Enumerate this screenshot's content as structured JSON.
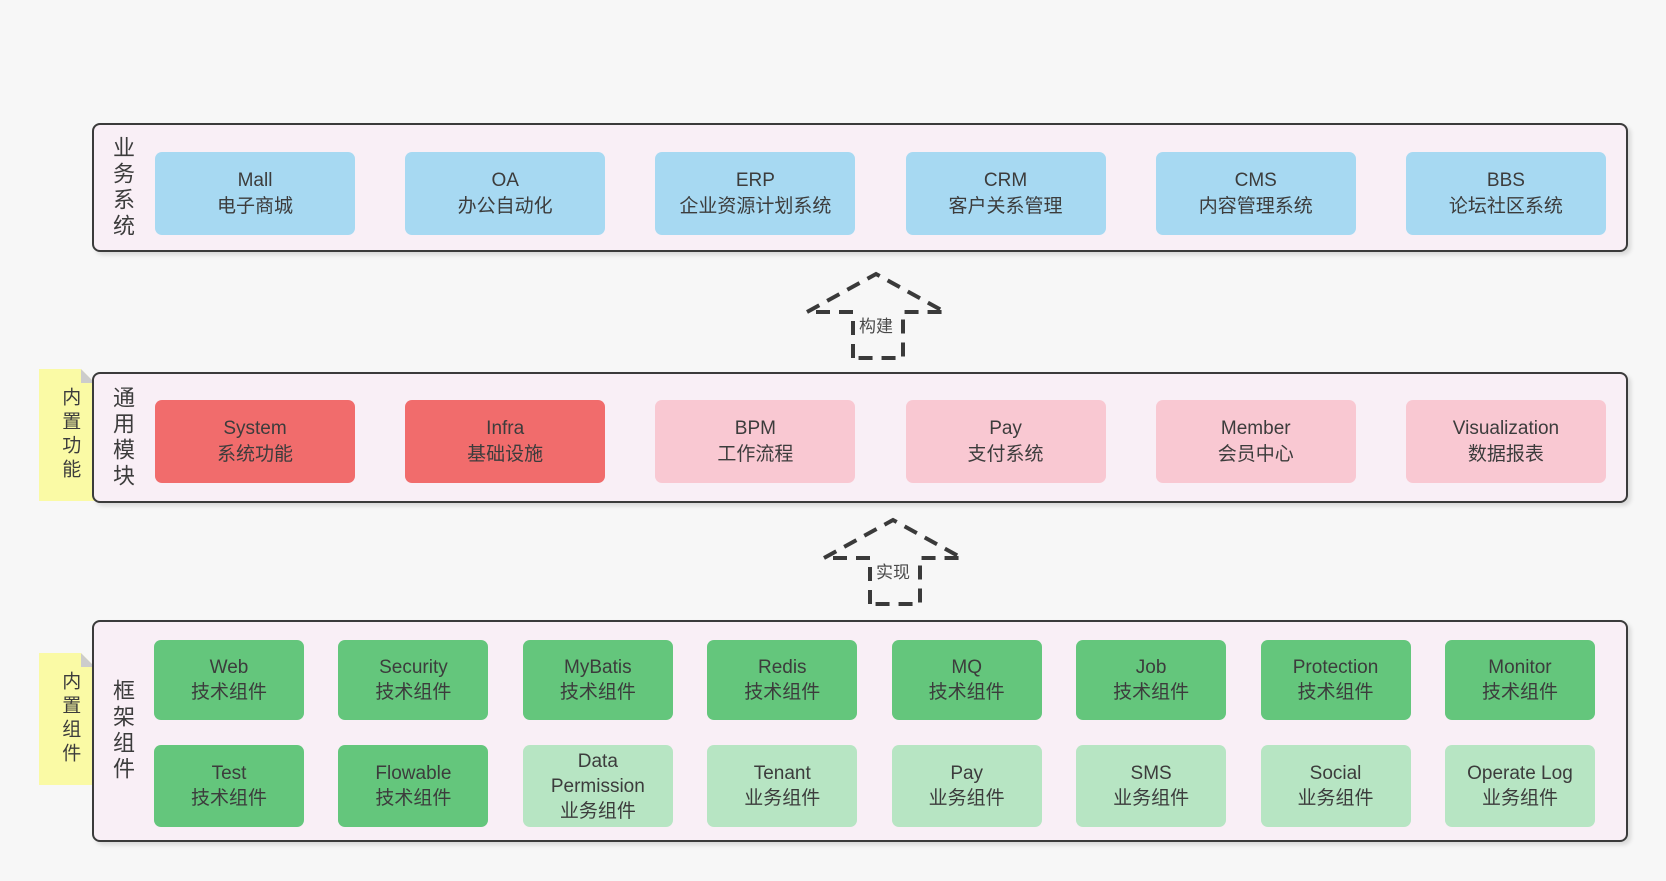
{
  "colors": {
    "page_bg": "#f7f7f7",
    "band_bg": "#f9eff6",
    "band_border": "#3b3b3b",
    "text": "#3c3c3c",
    "blue": "#a7d9f2",
    "red": "#f16c6c",
    "pink": "#f9c8d2",
    "green": "#64c67c",
    "green_light": "#b7e5c3",
    "sticky": "#fafaa5",
    "sticky_fold": "#cccccc",
    "arrow": "#3a3a3a"
  },
  "bands": [
    {
      "label": "业务系统",
      "boxes": [
        {
          "name": "Mall",
          "sub": "电子商城",
          "variant": "blue"
        },
        {
          "name": "OA",
          "sub": "办公自动化",
          "variant": "blue"
        },
        {
          "name": "ERP",
          "sub": "企业资源计划系统",
          "variant": "blue"
        },
        {
          "name": "CRM",
          "sub": "客户关系管理",
          "variant": "blue"
        },
        {
          "name": "CMS",
          "sub": "内容管理系统",
          "variant": "blue"
        },
        {
          "name": "BBS",
          "sub": "论坛社区系统",
          "variant": "blue"
        }
      ]
    },
    {
      "label": "通用模块",
      "sticky": "内置功能",
      "boxes": [
        {
          "name": "System",
          "sub": "系统功能",
          "variant": "red"
        },
        {
          "name": "Infra",
          "sub": "基础设施",
          "variant": "red"
        },
        {
          "name": "BPM",
          "sub": "工作流程",
          "variant": "pink"
        },
        {
          "name": "Pay",
          "sub": "支付系统",
          "variant": "pink"
        },
        {
          "name": "Member",
          "sub": "会员中心",
          "variant": "pink"
        },
        {
          "name": "Visualization",
          "sub": "数据报表",
          "variant": "pink"
        }
      ]
    },
    {
      "label": "框架组件",
      "sticky": "内置组件",
      "rows": [
        [
          {
            "name": "Web",
            "sub": "技术组件",
            "variant": "green"
          },
          {
            "name": "Security",
            "sub": "技术组件",
            "variant": "green"
          },
          {
            "name": "MyBatis",
            "sub": "技术组件",
            "variant": "green"
          },
          {
            "name": "Redis",
            "sub": "技术组件",
            "variant": "green"
          },
          {
            "name": "MQ",
            "sub": "技术组件",
            "variant": "green"
          },
          {
            "name": "Job",
            "sub": "技术组件",
            "variant": "green"
          },
          {
            "name": "Protection",
            "sub": "技术组件",
            "variant": "green"
          },
          {
            "name": "Monitor",
            "sub": "技术组件",
            "variant": "green"
          }
        ],
        [
          {
            "name": "Test",
            "sub": "技术组件",
            "variant": "green"
          },
          {
            "name": "Flowable",
            "sub": "技术组件",
            "variant": "green"
          },
          {
            "name": "Data Permission",
            "sub": "业务组件",
            "variant": "green-light"
          },
          {
            "name": "Tenant",
            "sub": "业务组件",
            "variant": "green-light"
          },
          {
            "name": "Pay",
            "sub": "业务组件",
            "variant": "green-light"
          },
          {
            "name": "SMS",
            "sub": "业务组件",
            "variant": "green-light"
          },
          {
            "name": "Social",
            "sub": "业务组件",
            "variant": "green-light"
          },
          {
            "name": "Operate Log",
            "sub": "业务组件",
            "variant": "green-light"
          }
        ]
      ]
    }
  ],
  "arrows": [
    {
      "label": "构建"
    },
    {
      "label": "实现"
    }
  ]
}
